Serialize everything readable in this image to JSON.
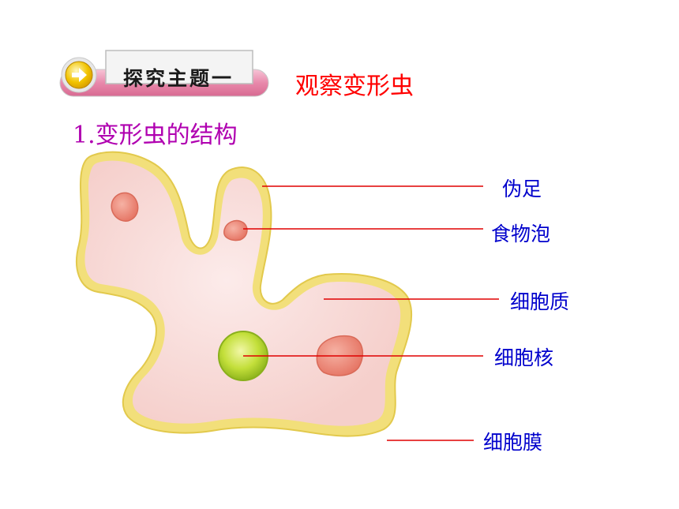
{
  "header": {
    "badge_text": "探究主题一",
    "topic_title": "观察变形虫"
  },
  "section": {
    "title": "1.变形虫的结构"
  },
  "labels": {
    "pseudopod": "伪足",
    "food_vacuole": "食物泡",
    "cytoplasm": "细胞质",
    "nucleus": "细胞核",
    "membrane": "细胞膜"
  },
  "colors": {
    "topic": "#ff0000",
    "section": "#b000b0",
    "label": "#0000cc",
    "pointer_line": "#e00000",
    "membrane": "#f2df7a",
    "cytoplasm": "#f7d6d3",
    "nucleus": "#a6cc2a",
    "vacuole": "#e98272"
  }
}
